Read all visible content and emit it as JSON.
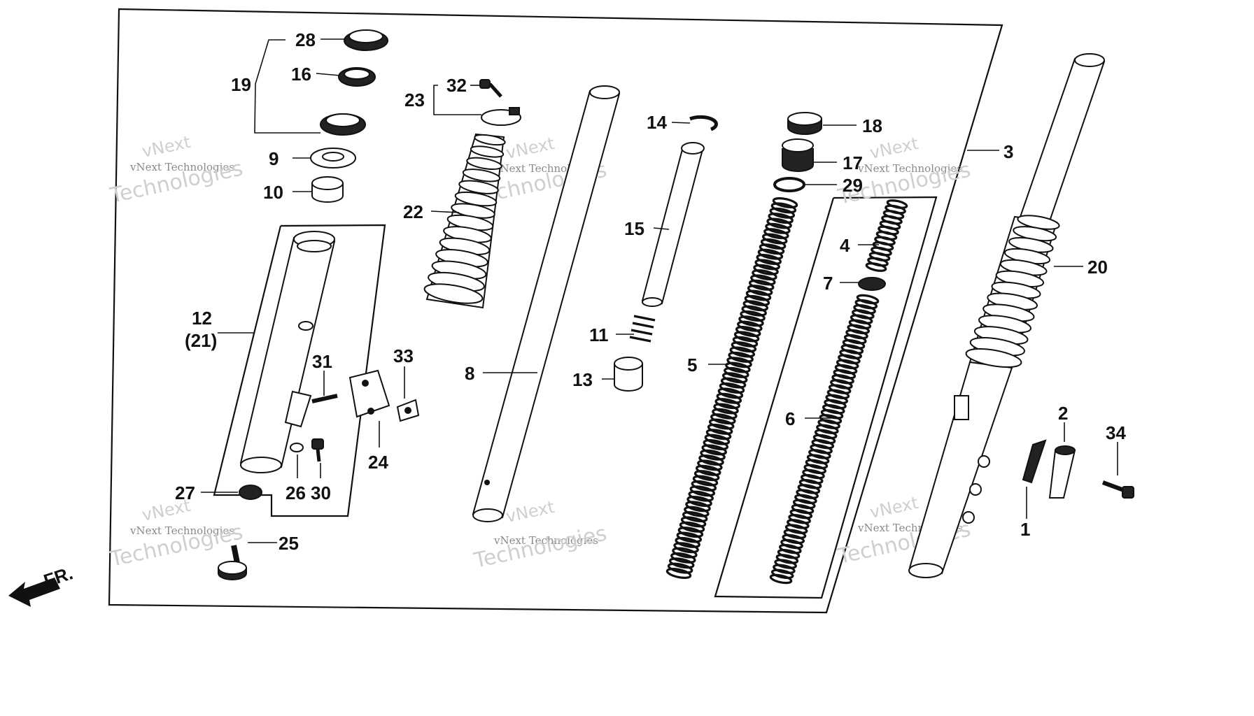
{
  "diagram": {
    "direction_label": "FR.",
    "watermark_text": "vNext Technologies",
    "callouts": [
      {
        "id": "c28",
        "text": "28"
      },
      {
        "id": "c16",
        "text": "16"
      },
      {
        "id": "c19",
        "text": "19"
      },
      {
        "id": "c9",
        "text": "9"
      },
      {
        "id": "c10",
        "text": "10"
      },
      {
        "id": "c32",
        "text": "32"
      },
      {
        "id": "c23",
        "text": "23"
      },
      {
        "id": "c22",
        "text": "22"
      },
      {
        "id": "c14",
        "text": "14"
      },
      {
        "id": "c15",
        "text": "15"
      },
      {
        "id": "c11",
        "text": "11"
      },
      {
        "id": "c13",
        "text": "13"
      },
      {
        "id": "c8",
        "text": "8"
      },
      {
        "id": "c18",
        "text": "18"
      },
      {
        "id": "c17",
        "text": "17"
      },
      {
        "id": "c29",
        "text": "29"
      },
      {
        "id": "c4",
        "text": "4"
      },
      {
        "id": "c7",
        "text": "7"
      },
      {
        "id": "c5",
        "text": "5"
      },
      {
        "id": "c6",
        "text": "6"
      },
      {
        "id": "c3",
        "text": "3"
      },
      {
        "id": "c20",
        "text": "20"
      },
      {
        "id": "c2",
        "text": "2"
      },
      {
        "id": "c34",
        "text": "34"
      },
      {
        "id": "c1",
        "text": "1"
      },
      {
        "id": "c12",
        "text": "12"
      },
      {
        "id": "c21",
        "text": "(21)"
      },
      {
        "id": "c31",
        "text": "31"
      },
      {
        "id": "c33",
        "text": "33"
      },
      {
        "id": "c24",
        "text": "24"
      },
      {
        "id": "c26",
        "text": "26"
      },
      {
        "id": "c30",
        "text": "30"
      },
      {
        "id": "c27",
        "text": "27"
      },
      {
        "id": "c25",
        "text": "25"
      }
    ]
  }
}
